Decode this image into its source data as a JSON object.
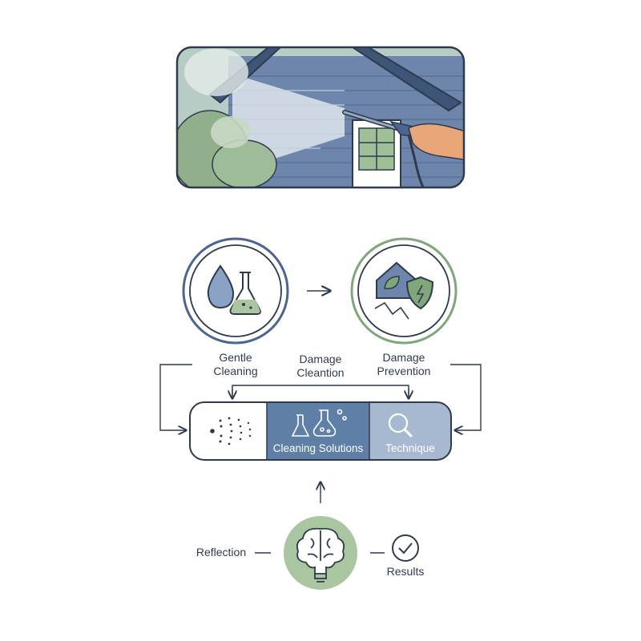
{
  "labels": {
    "gentle_cleaning": [
      "Gentle",
      "Cleaning"
    ],
    "damage_cleantion": [
      "Damage",
      "Cleantion"
    ],
    "damage_prevention": [
      "Damage",
      "Prevention"
    ],
    "cleaning_solutions": "Cleaning Solutions",
    "technique": "Technique",
    "reflection": "Reflection",
    "results": "Results"
  },
  "icons": {
    "hero": "house-pressure-washing-illustration",
    "left_circle": "water-drop-and-flask-icon",
    "right_circle": "house-leaf-shield-icon",
    "spray": "spray-dots-icon",
    "solutions": "flask-bubbles-icon",
    "technique": "magnifier-icon",
    "reflection": "brain-lightbulb-icon",
    "results": "check-circle-icon"
  },
  "colors": {
    "navy": "#4a6690",
    "dark": "#2e3a4d",
    "green": "#7fa77a",
    "light_green": "#a9c6a1",
    "steel": "#5f7fa6",
    "light_steel": "#a7b9d0"
  }
}
